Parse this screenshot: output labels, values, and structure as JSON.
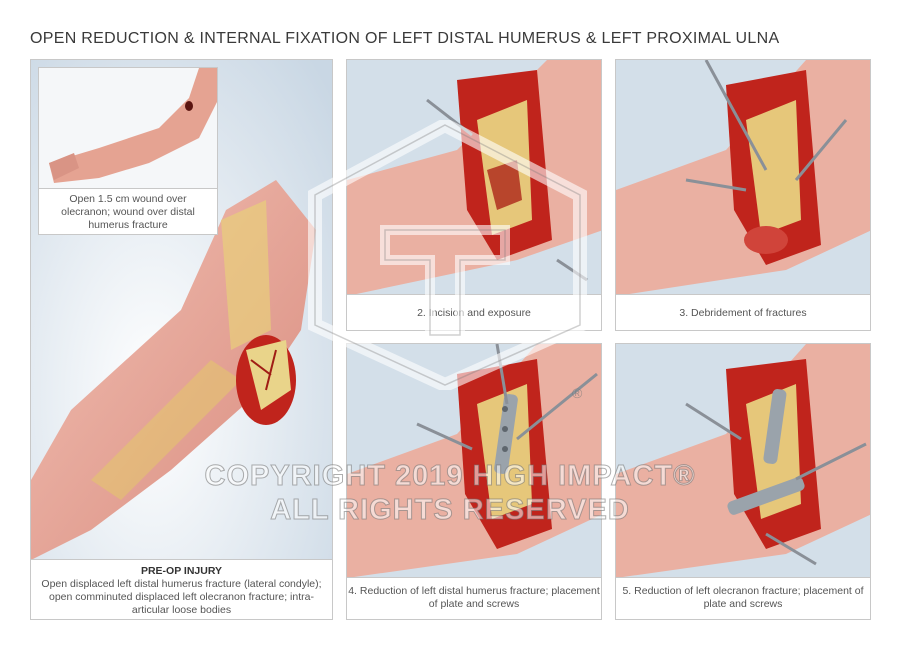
{
  "title": "OPEN REDUCTION & INTERNAL FIXATION OF LEFT DISTAL HUMERUS & LEFT PROXIMAL ULNA",
  "inset": {
    "caption": "Open 1.5 cm wound over olecranon; wound over distal humerus fracture"
  },
  "panels": [
    {
      "heading": "PRE-OP INJURY",
      "caption": "Open displaced left distal humerus fracture (lateral condyle); open comminuted displaced left olecranon fracture; intra-articular loose bodies"
    },
    {
      "caption": "2. Incision and exposure"
    },
    {
      "caption": "3. Debridement of fractures"
    },
    {
      "caption": "4. Reduction of left distal humerus fracture; placement of plate and screws"
    },
    {
      "caption": "5. Reduction of left olecranon fracture; placement of plate and screws"
    }
  ],
  "watermark": {
    "line1": "COPYRIGHT 2019 HIGH IMPACT®",
    "line2": "ALL RIGHTS RESERVED",
    "registered": "®"
  },
  "colors": {
    "skin": "#e9a99c",
    "skin_dark": "#d98b7e",
    "background_blue": "#cfdbe6",
    "wound_red": "#c0241c",
    "bone": "#e8d27a",
    "metal": "#9aa3ab"
  }
}
